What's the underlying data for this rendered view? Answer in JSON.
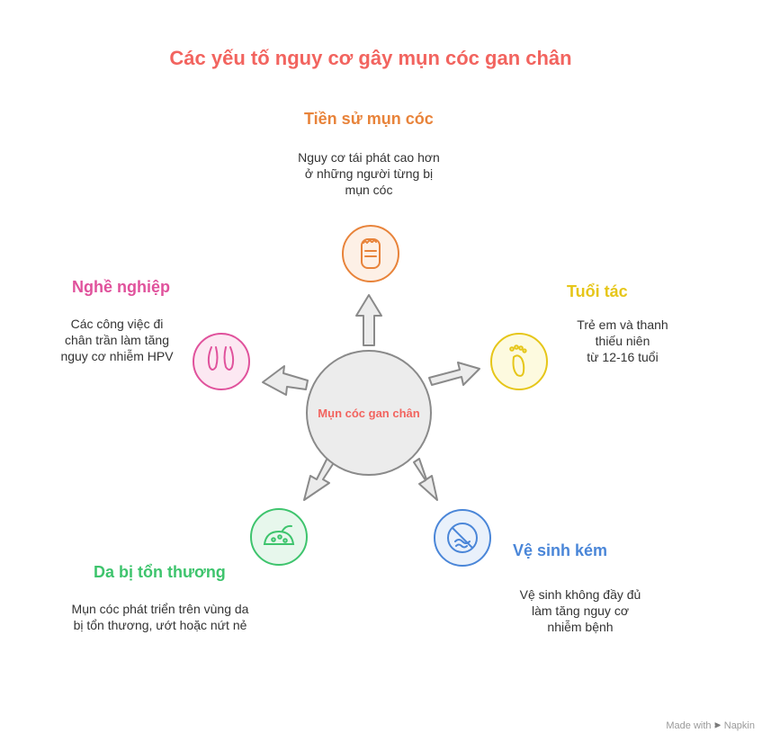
{
  "title": "Các yếu tố nguy cơ gây mụn cóc gan chân",
  "center": {
    "label": "Mụn cóc gan chân"
  },
  "factors": [
    {
      "key": "history",
      "title": "Tiền sử mụn cóc",
      "desc": [
        "Nguy cơ tái phát cao hơn",
        "ở những người từng bị",
        "mụn cóc"
      ],
      "color": "#e8833a",
      "fill": "#fdf0e6",
      "icon": "foot-sole-icon"
    },
    {
      "key": "age",
      "title": "Tuổi tác",
      "desc": [
        "Trẻ em và thanh",
        "thiếu niên",
        "từ 12-16 tuổi"
      ],
      "color": "#e6c619",
      "fill": "#fdfadf",
      "icon": "footprint-icon"
    },
    {
      "key": "hygiene",
      "title": "Vệ sinh kém",
      "desc": [
        "Vệ sinh không đầy đủ",
        "làm tăng nguy cơ",
        "nhiễm bệnh"
      ],
      "color": "#4a86d8",
      "fill": "#e9f1fb",
      "icon": "no-wash-icon"
    },
    {
      "key": "skin",
      "title": "Da bị tổn thương",
      "desc": [
        "Mụn cóc phát triển trên vùng da",
        "bị tổn thương, ướt hoặc nứt nẻ"
      ],
      "color": "#3ec46d",
      "fill": "#e7f7ec",
      "icon": "damaged-skin-icon"
    },
    {
      "key": "job",
      "title": "Nghề nghiệp",
      "desc": [
        "Các công việc đi",
        "chân trần làm tăng",
        "nguy cơ nhiễm HPV"
      ],
      "color": "#e0529c",
      "fill": "#fce8f2",
      "icon": "bare-feet-icon"
    }
  ],
  "watermark": {
    "prefix": "Made with",
    "brand": "Napkin"
  }
}
